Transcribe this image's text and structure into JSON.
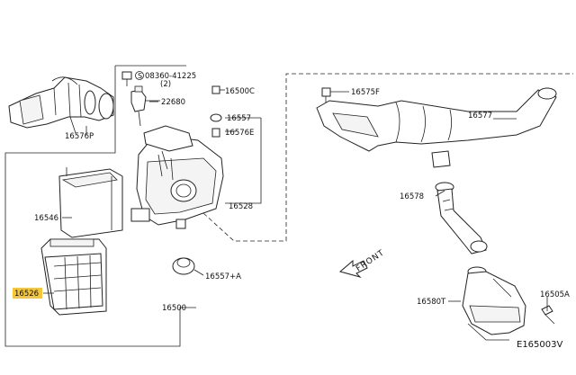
{
  "diagram_code": "E165003V",
  "direction_label": "FRONT",
  "highlighted_part": "16526",
  "callouts": {
    "p16576P": "16576P",
    "bolt_ref": "08360-41225",
    "bolt_qty": "(2)",
    "p22680": "22680",
    "p16500C": "16500C",
    "p16557": "16557",
    "p16576E": "16576E",
    "p16575F": "16575F",
    "p16577": "16577",
    "p16546": "16546",
    "p16528": "16528",
    "p16578": "16578",
    "p16526": "16526",
    "p16557A": "16557+A",
    "p16500": "16500",
    "p16580T": "16580T",
    "p16505A": "16505A"
  },
  "colors": {
    "highlight": "#f5c53a",
    "line": "#222222"
  }
}
